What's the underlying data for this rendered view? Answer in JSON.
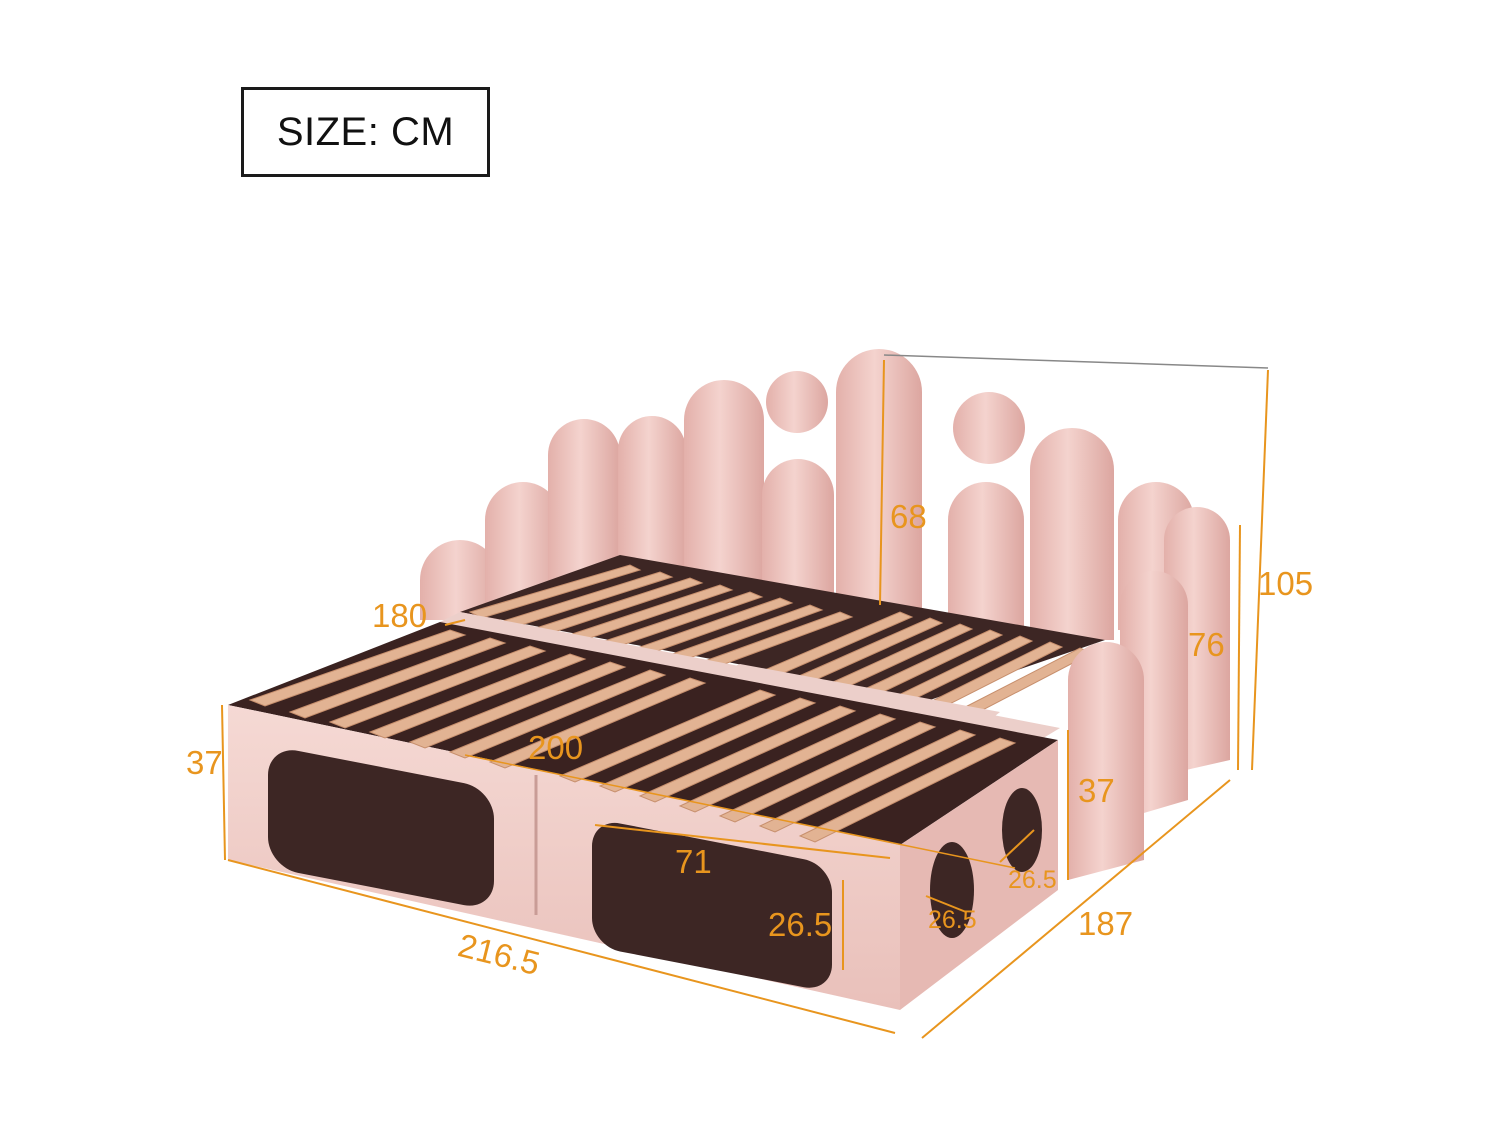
{
  "size_label": "SIZE: CM",
  "colors": {
    "dimension": "#e8951e",
    "fabric": "#f0c9c4",
    "fabric_dark": "#d9a9a3",
    "slat": "#e2b393",
    "shadow": "#4a2f2c"
  },
  "dimensions": {
    "headboard_height": "68",
    "total_height": "105",
    "side_height": "76",
    "width_back": "180",
    "inner_length": "200",
    "base_height_left": "37",
    "base_height_right": "37",
    "opening_width": "71",
    "opening_height": "26.5",
    "hole_diameter_a": "26.5",
    "hole_diameter_b": "26.5",
    "total_length": "216.5",
    "total_width": "187"
  }
}
